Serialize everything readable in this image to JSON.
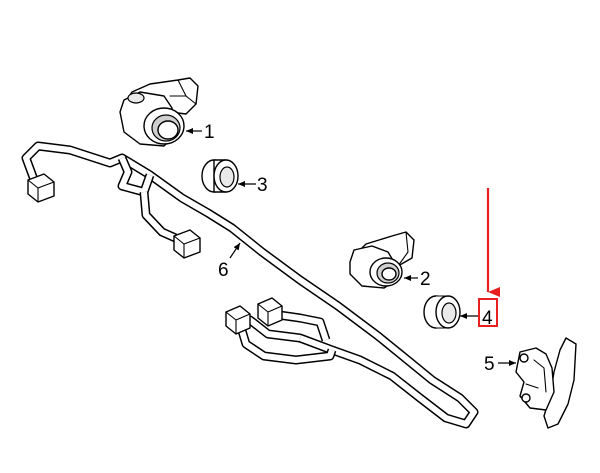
{
  "diagram": {
    "callouts": [
      {
        "id": "1",
        "label": "1"
      },
      {
        "id": "2",
        "label": "2"
      },
      {
        "id": "3",
        "label": "3"
      },
      {
        "id": "4",
        "label": "4"
      },
      {
        "id": "5",
        "label": "5"
      },
      {
        "id": "6",
        "label": "6"
      }
    ],
    "highlight": {
      "target": "4",
      "color": "#e8201f"
    }
  }
}
